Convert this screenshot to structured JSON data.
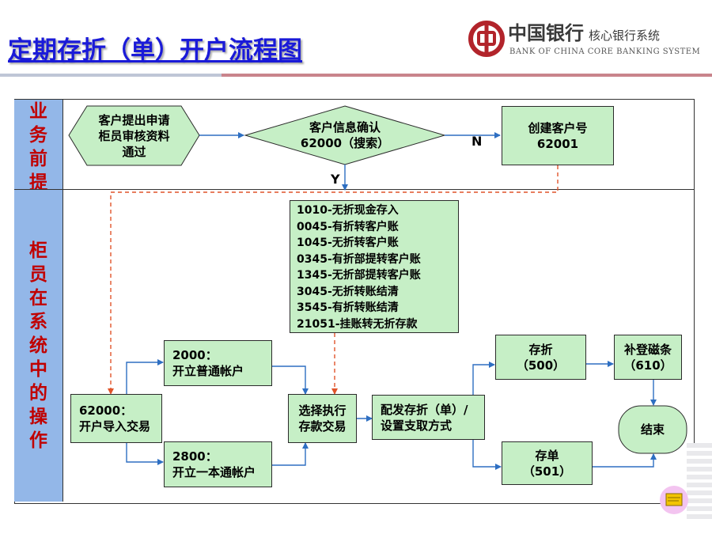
{
  "title": "定期存折（单）开户流程图",
  "logo": {
    "cn_name": "中国银行",
    "system_cn": "核心银行系统",
    "en_text": "BANK OF CHINA  CORE BANKING SYSTEM"
  },
  "lanes": {
    "top": [
      "业",
      "务",
      "前",
      "提"
    ],
    "bottom": [
      "柜",
      "员",
      "在",
      "系",
      "统",
      "中",
      "的",
      "操",
      "作"
    ]
  },
  "nodes": {
    "request": "客户提出申请\n柜员审核资料\n通过",
    "confirm": "客户信息确认\n62000（搜索）",
    "create": "创建客户号\n62001",
    "import": "62000：\n开户导入交易",
    "normal_account": "2000：\n开立普通帐户",
    "yibentong": "2800：\n开立一本通帐户",
    "select": "选择执行\n存款交易",
    "issue": "配发存折（单）/\n设置支取方式",
    "passbook": "存折\n（500）",
    "magstripe": "补登磁条\n（610）",
    "deposit_slip": "存单\n（501）",
    "end": "结束"
  },
  "codes": [
    "1010-无折现金存入",
    "0045-有折转客户账",
    "1045-无折转客户账",
    "0345-有折部提转客户账",
    "1345-无折部提转客户账",
    "3045-无折转账结清",
    "3545-有折转账结清",
    "21051-挂账转无折存款"
  ],
  "labels": {
    "no": "N",
    "yes": "Y"
  },
  "colors": {
    "title": "#1a1ad8",
    "node_fill": "#c6efc6",
    "lane_fill": "#93b7e8",
    "lane_text": "#c00000",
    "arrow": "#2e6fc2",
    "dashed_arrow": "#e0542a"
  }
}
